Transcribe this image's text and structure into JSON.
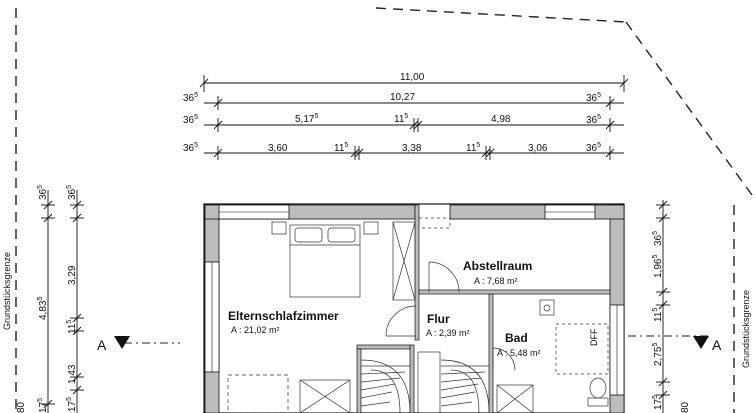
{
  "plot_boundary_label": "Grundstücksgrenze",
  "section_marker": "A",
  "top_dimensions": {
    "row1": {
      "total": "11,00"
    },
    "row2": {
      "left": "36",
      "left_sup": "5",
      "middle": "10,27",
      "right": "36",
      "right_sup": "5"
    },
    "row3": {
      "left": "36",
      "left_sup": "5",
      "a": "5,17",
      "a_sup": "5",
      "b": "11",
      "b_sup": "5",
      "c": "4,98",
      "right": "36",
      "right_sup": "5"
    },
    "row4": {
      "left": "36",
      "left_sup": "5",
      "a": "3,60",
      "b": "11",
      "b_sup": "5",
      "c": "3,38",
      "d": "11",
      "d_sup": "5",
      "e": "3,06",
      "right": "36",
      "right_sup": "5"
    }
  },
  "left_dimensions": {
    "outer": {
      "top": "36",
      "top_sup": "5",
      "middle": "4,83",
      "middle_sup": "5",
      "bottom": "80"
    },
    "inner": {
      "a": "36",
      "a_sup": "5",
      "b": "3,29",
      "c": "11",
      "c_sup": "5",
      "d": "1,43",
      "e": "17",
      "e_sup": "5"
    },
    "far_bottom": {
      "a": "17",
      "a_sup": "5"
    }
  },
  "right_dimensions": {
    "inner": {
      "a": "36",
      "a_sup": "5",
      "b": "1,96",
      "b_sup": "5",
      "c": "11",
      "c_sup": "5",
      "d": "2,75",
      "d_sup": "5",
      "e": "17",
      "e_sup": "5"
    },
    "outer": {
      "bottom": "80"
    }
  },
  "rooms": {
    "elternschlafzimmer": {
      "name": "Elternschlafzimmer",
      "area": "A : 21,02 m²"
    },
    "abstellraum": {
      "name": "Abstellraum",
      "area": "A : 7,68 m²"
    },
    "flur": {
      "name": "Flur",
      "area": "A : 2,39 m²"
    },
    "bad": {
      "name": "Bad",
      "area": "A : 5,48 m²"
    }
  },
  "bad_fixture_label": "DFF"
}
